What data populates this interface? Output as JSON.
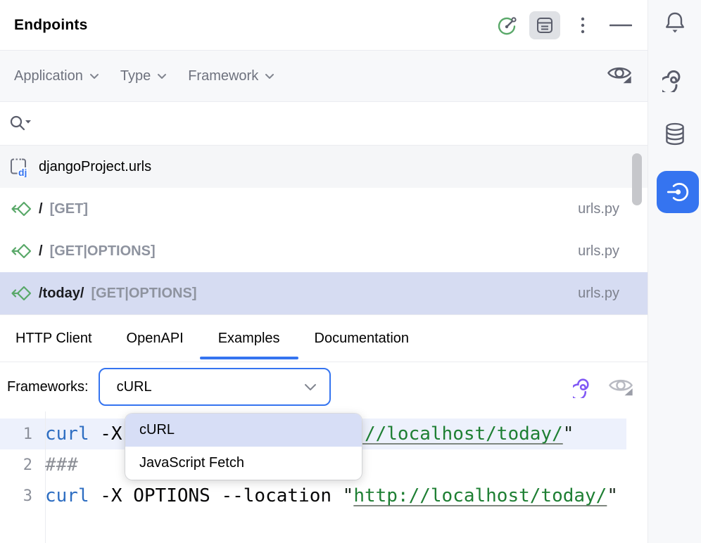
{
  "header": {
    "title": "Endpoints",
    "icons": [
      "endpoint-status-icon",
      "toggle-details-pane-icon",
      "more-options-icon",
      "hide-icon"
    ]
  },
  "filters": {
    "application_label": "Application",
    "type_label": "Type",
    "framework_label": "Framework",
    "view_options_icon": "eye-icon"
  },
  "search": {
    "value": "",
    "placeholder": ""
  },
  "endpoint_list": {
    "group": {
      "label": "djangoProject.urls",
      "icon": "django-urls-file-icon"
    },
    "items": [
      {
        "path": "/",
        "methods": "[GET]",
        "file": "urls.py",
        "selected": false
      },
      {
        "path": "/",
        "methods": "[GET|OPTIONS]",
        "file": "urls.py",
        "selected": false
      },
      {
        "path": "/today/",
        "methods": "[GET|OPTIONS]",
        "file": "urls.py",
        "selected": true
      }
    ]
  },
  "tabs": {
    "items": [
      "HTTP Client",
      "OpenAPI",
      "Examples",
      "Documentation"
    ],
    "active": "Examples"
  },
  "frameworks": {
    "label": "Frameworks:",
    "selected": "cURL",
    "options": [
      "cURL",
      "JavaScript Fetch"
    ],
    "actions": [
      "ai-assistant-icon",
      "eye-icon"
    ]
  },
  "code": {
    "lines": [
      {
        "num": "1",
        "cmd": "curl",
        "args": " -X GET --location ",
        "open_quote": "\"",
        "url": "http://localhost/today/",
        "close_quote": "\""
      },
      {
        "num": "2",
        "comment": "###"
      },
      {
        "num": "3",
        "cmd": "curl",
        "args": " -X OPTIONS --location ",
        "open_quote": "\"",
        "url": "http://localhost/today/",
        "close_quote": "\""
      }
    ]
  },
  "stripe": {
    "items": [
      {
        "name": "notifications",
        "active": false
      },
      {
        "name": "ai-assistant",
        "active": false
      },
      {
        "name": "database",
        "active": false
      },
      {
        "name": "endpoints",
        "active": true
      }
    ]
  },
  "colors": {
    "accent": "#3574f0",
    "selection_bg": "#d6dcf2",
    "green": "#59a869",
    "border": "#ebecf0",
    "muted_text": "#7d818d",
    "code_string_green": "#1e7f33",
    "code_command_blue": "#2e6ec2"
  }
}
